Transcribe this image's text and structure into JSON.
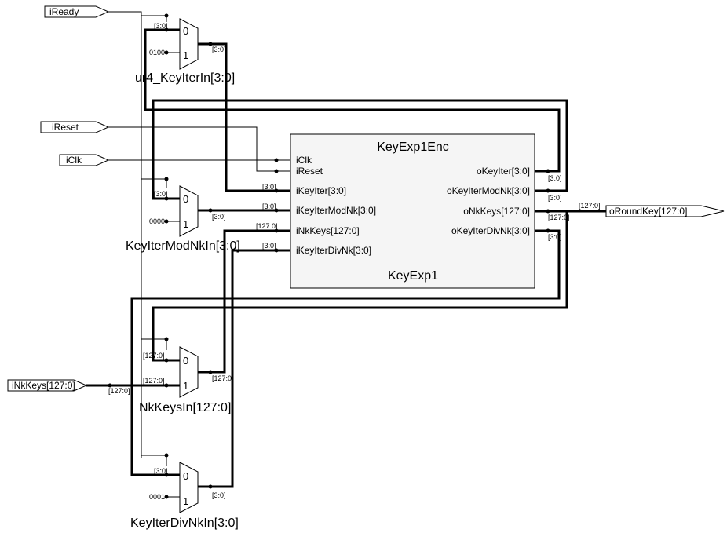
{
  "ports": {
    "iReady": "iReady",
    "iReset": "iReset",
    "iClk": "iClk",
    "iNkKeys": "iNkKeys[127:0]",
    "oRoundKey": "oRoundKey[127:0]"
  },
  "block": {
    "type_name": "KeyExp1Enc",
    "instance_name": "KeyExp1",
    "inputs": [
      "iClk",
      "iReset",
      "iKeyIter[3:0]",
      "iKeyIterModNk[3:0]",
      "iNkKeys[127:0]",
      "iKeyIterDivNk[3:0]"
    ],
    "outputs": [
      "oKeyIter[3:0]",
      "oKeyIterModNk[3:0]",
      "oNkKeys[127:0]",
      "oKeyIterDivNk[3:0]"
    ]
  },
  "muxes": [
    {
      "label": "ur4_KeyIterIn[3:0]",
      "sel0": "0",
      "sel1": "1",
      "in0_bus": "[3:0]",
      "const": "0100",
      "out_bus": "[3:0]"
    },
    {
      "label": "KeyIterModNkIn[3:0]",
      "sel0": "0",
      "sel1": "1",
      "in0_bus": "[3:0]",
      "const": "0000",
      "out_bus": "[3:0]"
    },
    {
      "label": "NkKeysIn[127:0]",
      "sel0": "0",
      "sel1": "1",
      "in0_bus": "[127:0]",
      "in1_bus": "[127:0]",
      "out_bus": "[127:0]"
    },
    {
      "label": "KeyIterDivNkIn[3:0]",
      "sel0": "0",
      "sel1": "1",
      "in0_bus": "[3:0]",
      "const": "0001",
      "out_bus": "[3:0]"
    }
  ],
  "bus_labels": {
    "in_keyiter": "[3:0]",
    "in_keyitermodnk": "[3:0]",
    "in_nkkeys": "[127:0]",
    "in_keyiterdivnk": "[3:0]",
    "out_keyiter": "[3:0]",
    "out_keyitermodnk": "[3:0]",
    "out_nkkeys": "[127:0]",
    "out_keyiterdivnk": "[3:0]",
    "oroundkey": "[127:0]",
    "inkkeys_port": "[127:0]"
  }
}
